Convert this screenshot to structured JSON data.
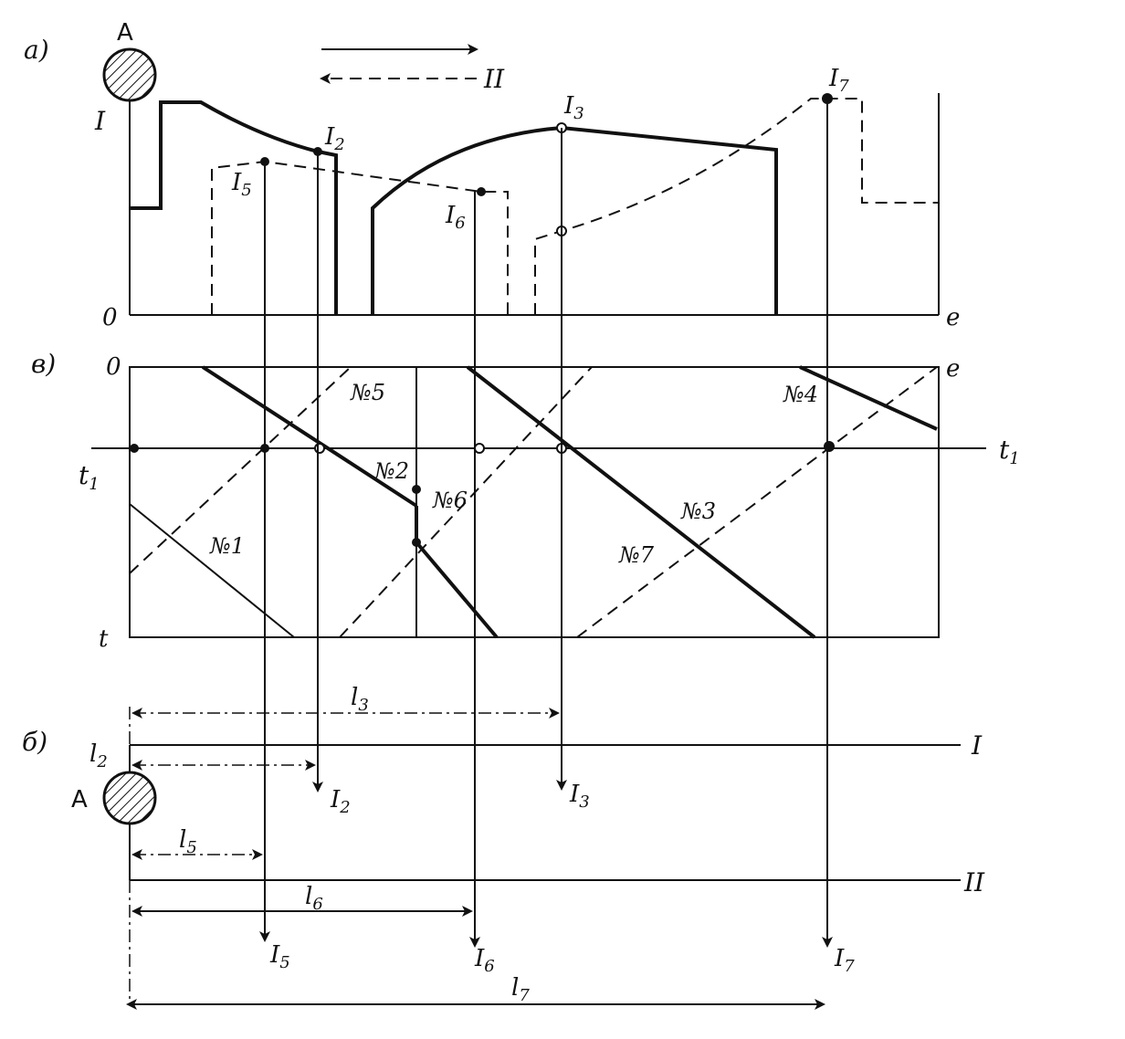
{
  "panels": {
    "a": "а)",
    "v": "в)",
    "b": "б)"
  },
  "station": "А",
  "directions": {
    "forward": "I",
    "backward": "II"
  },
  "load_graph": {
    "axis_I": "I",
    "origin": "0",
    "end": "e",
    "points": {
      "I2": "I",
      "I3": "I",
      "I5": "I",
      "I6": "I",
      "I7": "I"
    }
  },
  "schedule": {
    "top_origin": "0",
    "top_end": "e",
    "t1_left": "t",
    "t1_right": "t",
    "t_bottom": "t",
    "trains": [
      "№1",
      "№2",
      "№3",
      "№4",
      "№5",
      "№6",
      "№7"
    ]
  },
  "distances": {
    "l2": "l",
    "l3": "l",
    "l5": "l",
    "l6": "l",
    "l7": "l"
  },
  "subscripts": {
    "one": "1",
    "two": "2",
    "three": "3",
    "five": "5",
    "six": "6",
    "seven": "7"
  }
}
